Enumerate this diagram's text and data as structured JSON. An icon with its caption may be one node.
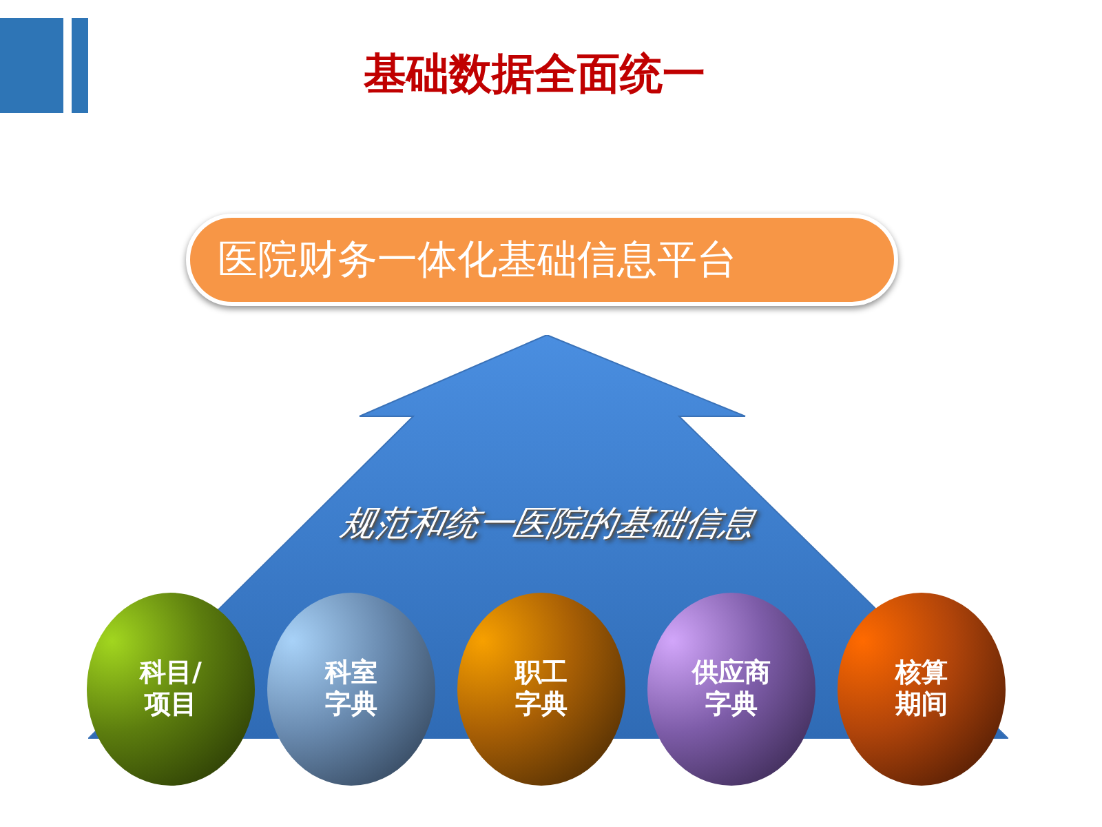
{
  "diagram": {
    "title": "基础数据全面统一",
    "nodes": [
      {
        "text": [
          "医院财务一体化基础信息平台"
        ]
      },
      {
        "text": [
          "规范和统一医院的基础信息"
        ]
      },
      {
        "text": [
          "科目/项目"
        ]
      },
      {
        "text": [
          "科室字典"
        ]
      },
      {
        "text": [
          "职工字典"
        ]
      },
      {
        "text": [
          "供应商字典"
        ]
      },
      {
        "text": [
          "核算期间"
        ]
      }
    ]
  }
}
